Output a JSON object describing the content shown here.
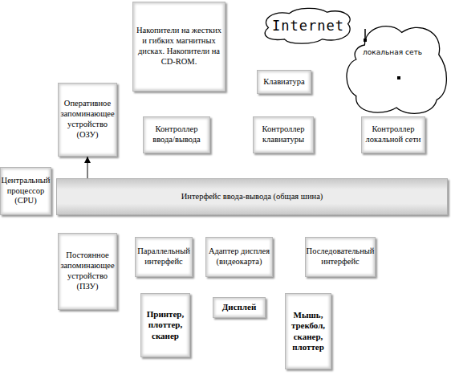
{
  "diagram": {
    "nodes": [
      {
        "text": [
          "Накопители на жестких и гибких магнитных дисках. Накопители на CD-ROM."
        ]
      },
      {
        "text": [
          "Internet"
        ]
      },
      {
        "text": [
          "локальная сеть"
        ]
      },
      {
        "text": [
          "Клавиатура"
        ]
      },
      {
        "text": [
          "Оперативное запоминающее устройство (ОЗУ)"
        ]
      },
      {
        "text": [
          "Контроллер ввода/вывода"
        ]
      },
      {
        "text": [
          "Контроллер клавиатуры"
        ]
      },
      {
        "text": [
          "Контроллер локальной сети"
        ]
      },
      {
        "text": [
          "Центральный процессор (CPU)"
        ]
      },
      {
        "text": [
          "Интерфейс ввода-вывода (общая шина)"
        ]
      },
      {
        "text": [
          "Постоянное запоминающее устройство (ПЗУ)"
        ]
      },
      {
        "text": [
          "Параллельный интерфейс"
        ]
      },
      {
        "text": [
          "Адаптер дисплея (видеокарта)"
        ]
      },
      {
        "text": [
          "Последовательный интерфейс"
        ]
      },
      {
        "text": [
          "Принтер, плоттер, сканер"
        ]
      },
      {
        "text": [
          "Дисплей"
        ]
      },
      {
        "text": [
          "Мышь, трекбол, сканер, плоттер"
        ]
      }
    ],
    "edges": [
      {
        "from": 9,
        "to": 4,
        "arrow": "to"
      }
    ]
  }
}
